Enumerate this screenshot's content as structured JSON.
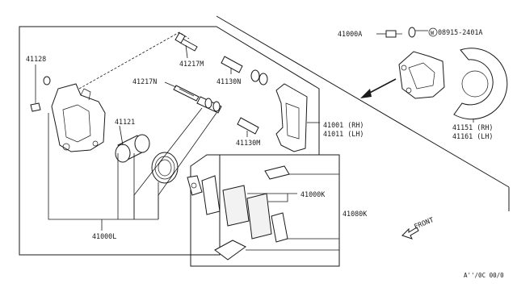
{
  "diagram": {
    "labels": {
      "caliper_pin_bolt": "41217M",
      "caliper_bolt": "41217N",
      "boot_upper": "41130N",
      "boot_lower": "41130M",
      "bleeder": "41128",
      "piston": "41121",
      "caliper_assy": "41000L",
      "torque_member_rh": "41001 (RH)",
      "torque_member_lh": "41011 (LH)",
      "pad_set": "41000K",
      "pad_kit": "41080K",
      "hose_bolt": "41000A",
      "washer": "08915-2401A",
      "washer_symbol": "W",
      "baffle_rh": "41151 (RH)",
      "baffle_lh": "41161 (LH)",
      "front": "FRONT",
      "ref_code": "A''/0C 00/0"
    }
  }
}
